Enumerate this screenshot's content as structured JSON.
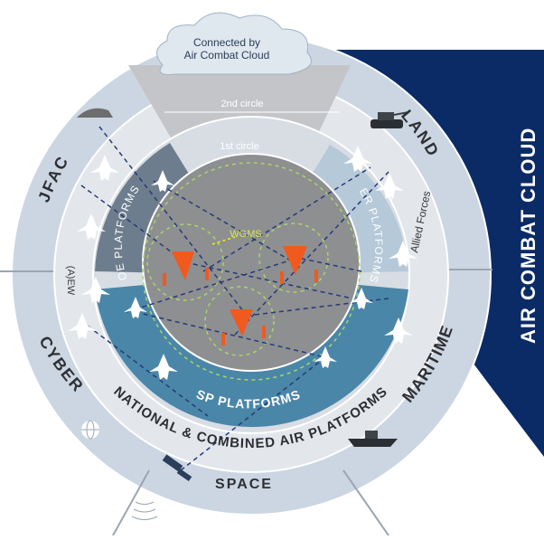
{
  "banner": {
    "title": "AIR COMBAT CLOUD",
    "color": "#0b2b66"
  },
  "cloud": {
    "line1": "Connected by",
    "line2": "Air Combat Cloud"
  },
  "domains": {
    "jfac": "JFAC",
    "land": "LAND",
    "cyber": "CYBER",
    "maritime": "MARITIME",
    "space": "SPACE"
  },
  "rings": {
    "national": "NATIONAL & COMBINED AIR PLATFORMS",
    "sp_platforms": "SP PLATFORMS",
    "oe_platforms": "OE PLATFORMS",
    "er_platforms": "ER PLATFORMS",
    "allied_forces": "Allied Forces",
    "ajew": "(A)EW",
    "circle_2": "2nd circle",
    "circle_1": "1st circle",
    "wgms": "WGMS"
  },
  "colors": {
    "outer_ring": "#cbd6e2",
    "mid_ring": "#e6e9ec",
    "sp_band": "#4a86a8",
    "oe_sector": "#6e7d8e",
    "er_sector": "#b5c9d9",
    "core": "#8e8f91",
    "threat": "#f05a1e"
  }
}
